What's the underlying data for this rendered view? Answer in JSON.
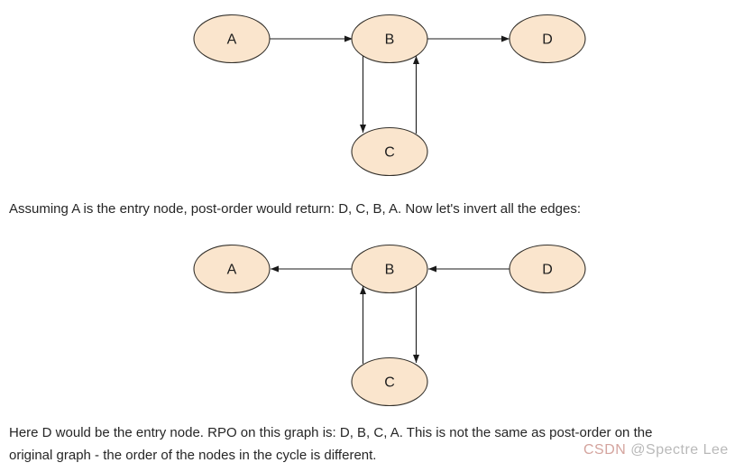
{
  "colors": {
    "node_fill": "#fae5cd",
    "node_stroke": "#33302b",
    "edge": "#1a1a1a",
    "body_text": "#262626",
    "watermark_brand": "#d4a49e",
    "watermark_user": "#b9b9b9"
  },
  "graph_original": {
    "nodes": [
      {
        "id": "A",
        "label": "A"
      },
      {
        "id": "B",
        "label": "B"
      },
      {
        "id": "D",
        "label": "D"
      },
      {
        "id": "C",
        "label": "C"
      }
    ],
    "edges": [
      {
        "from": "A",
        "to": "B"
      },
      {
        "from": "B",
        "to": "D"
      },
      {
        "from": "B",
        "to": "C"
      },
      {
        "from": "C",
        "to": "B"
      }
    ]
  },
  "graph_inverted": {
    "nodes": [
      {
        "id": "A",
        "label": "A"
      },
      {
        "id": "B",
        "label": "B"
      },
      {
        "id": "D",
        "label": "D"
      },
      {
        "id": "C",
        "label": "C"
      }
    ],
    "edges": [
      {
        "from": "B",
        "to": "A"
      },
      {
        "from": "D",
        "to": "B"
      },
      {
        "from": "C",
        "to": "B"
      },
      {
        "from": "B",
        "to": "C"
      }
    ]
  },
  "paragraph_between": "Assuming A is the entry node, post-order would return: D, C, B, A. Now let's invert all the edges:",
  "paragraph_bottom": {
    "line1": "Here D would be the entry node. RPO on this graph is: D, B, C, A. This is not the same as post-order on the",
    "line2": "original graph - the order of the nodes in the cycle is different."
  },
  "watermark": {
    "brand": "CSDN ",
    "user": "@Spectre Lee"
  }
}
